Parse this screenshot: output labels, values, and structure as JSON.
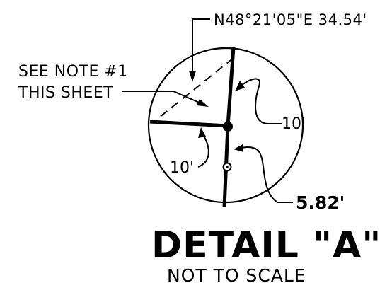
{
  "diagram": {
    "bearing_callout": "N48°21'05\"E   34.54'",
    "note_line1": "SEE NOTE #1",
    "note_line2": "THIS SHEET",
    "dim_upper_right": "10'",
    "dim_lower_left": "10'",
    "dim_lower_right": "5.82'",
    "title": "DETAIL \"A\"",
    "subtitle": "NOT TO SCALE",
    "line_color": "#000000"
  }
}
